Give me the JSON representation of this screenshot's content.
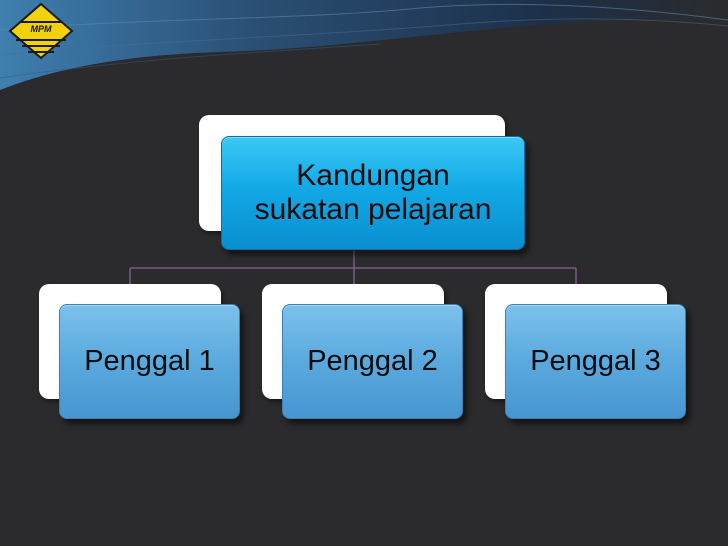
{
  "logo": {
    "text": "MPM"
  },
  "root": {
    "line1": "Kandungan",
    "line2": "sukatan pelajaran"
  },
  "children": [
    {
      "label": "Penggal 1"
    },
    {
      "label": "Penggal 2"
    },
    {
      "label": "Penggal 3"
    }
  ],
  "colors": {
    "background": "#2b2b2d",
    "root_fill": "#13a9e6",
    "child_fill": "#5aa9de",
    "connector": "#7a5a8a",
    "back_card": "#ffffff"
  }
}
